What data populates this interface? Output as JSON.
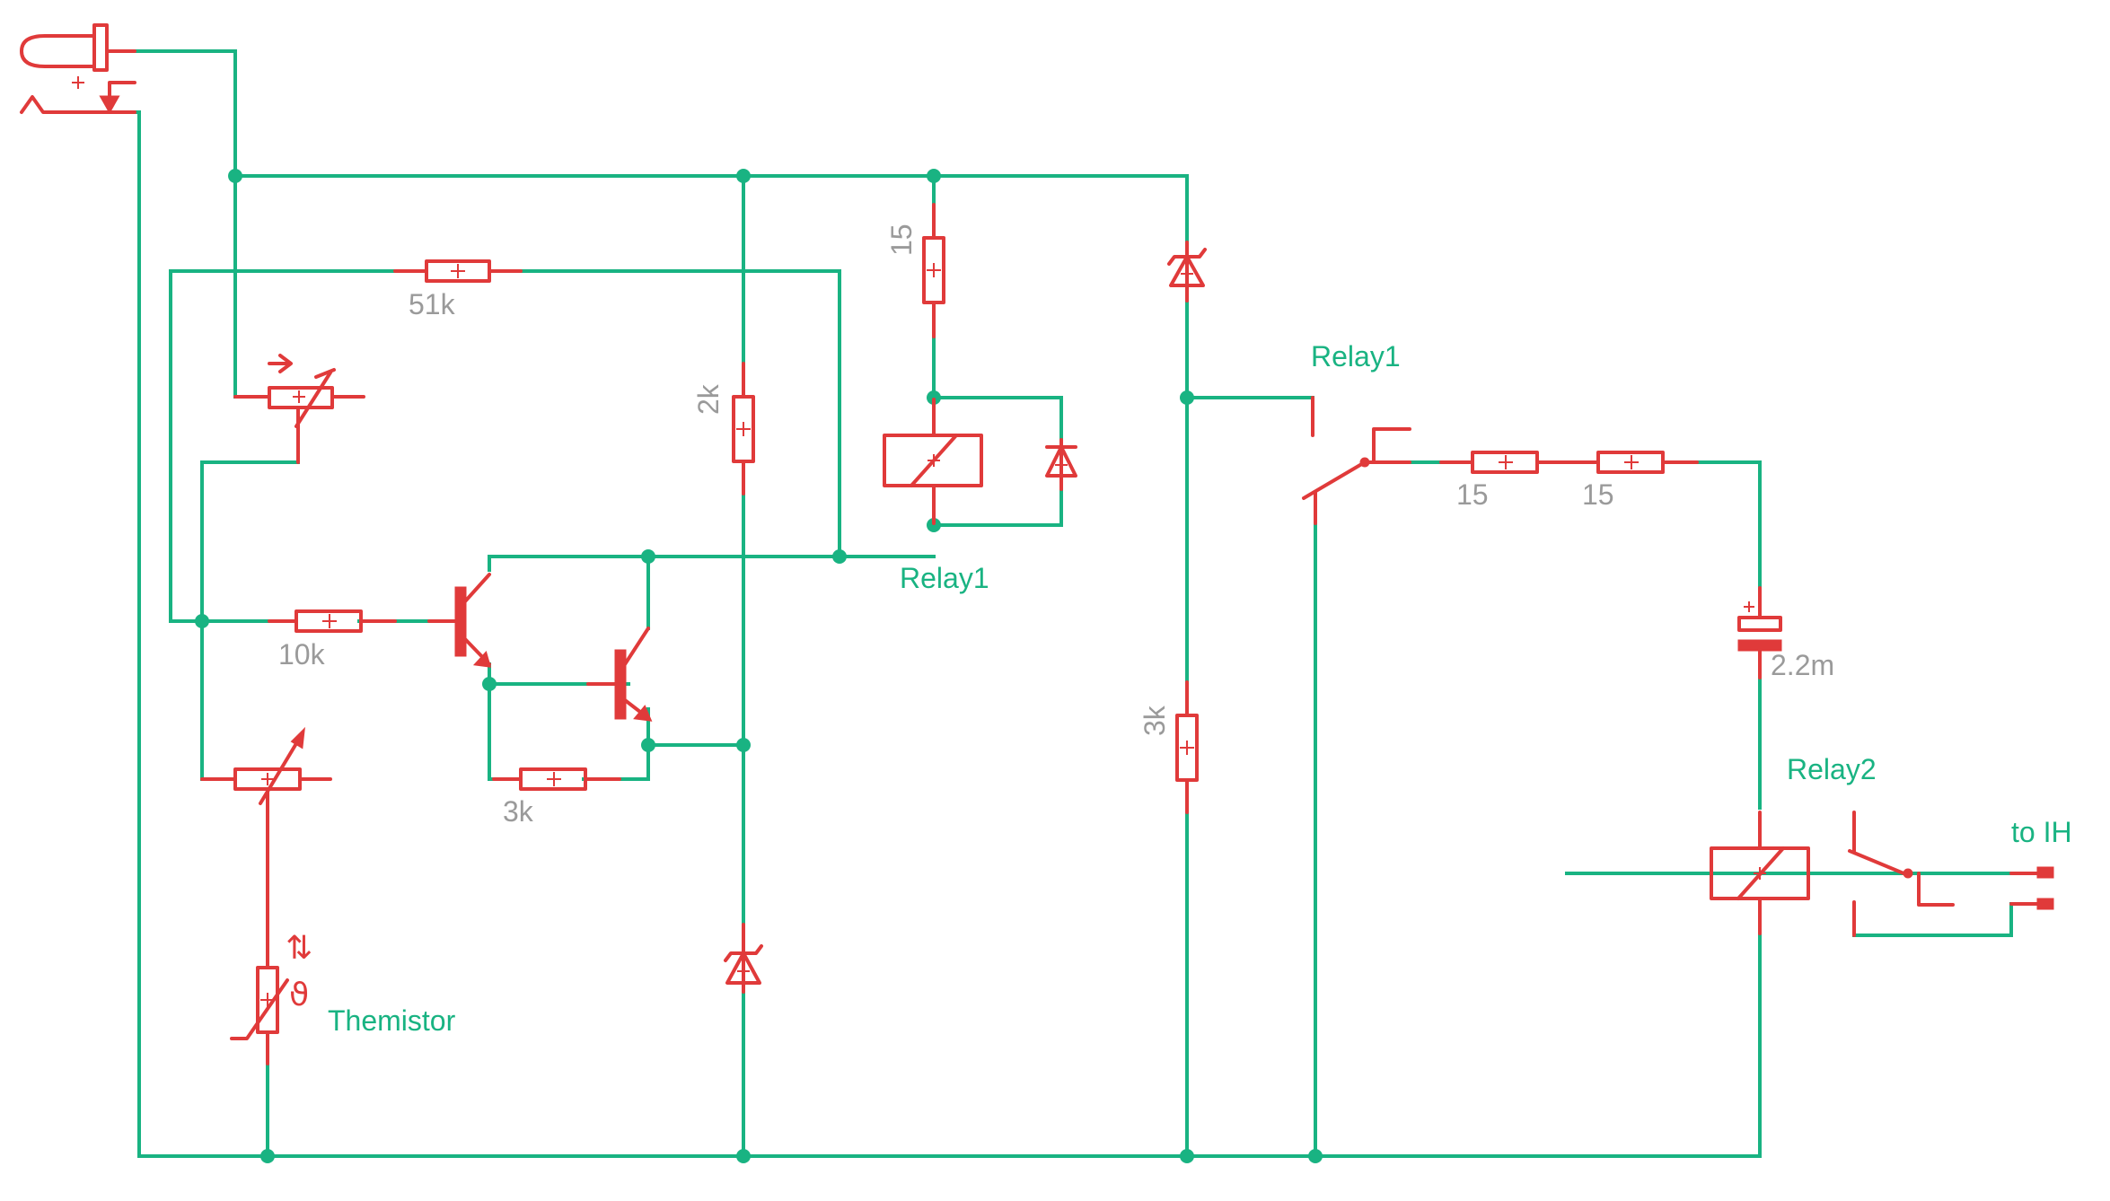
{
  "diagram": {
    "colors": {
      "wire": "#19b382",
      "component": "#e03a3a",
      "value_text": "#9a9a9a",
      "name_text": "#19b382",
      "background": "#ffffff"
    },
    "labels": {
      "r_feedback": "51k",
      "r_base": "10k",
      "r_emitter": "3k",
      "r_collector": "2k",
      "r_relay_series": "15",
      "r_right_vertical": "3k",
      "r_output_a": "15",
      "r_output_b": "15",
      "cap_value": "2.2m",
      "relay1_switch": "Relay1",
      "relay1_coil": "Relay1",
      "relay2": "Relay2",
      "thermistor": "Themistor",
      "output": "to IH",
      "theta_symbol": "ϑ",
      "updown_symbol": "⇅"
    },
    "icons": [
      "plug-connector-icon",
      "potentiometer-icon",
      "trimmer-resistor-icon",
      "thermistor-icon",
      "npn-transistor-icon",
      "zener-diode-icon",
      "diode-icon",
      "relay-coil-icon",
      "relay-switch-icon",
      "capacitor-icon",
      "output-terminal-icon"
    ]
  }
}
